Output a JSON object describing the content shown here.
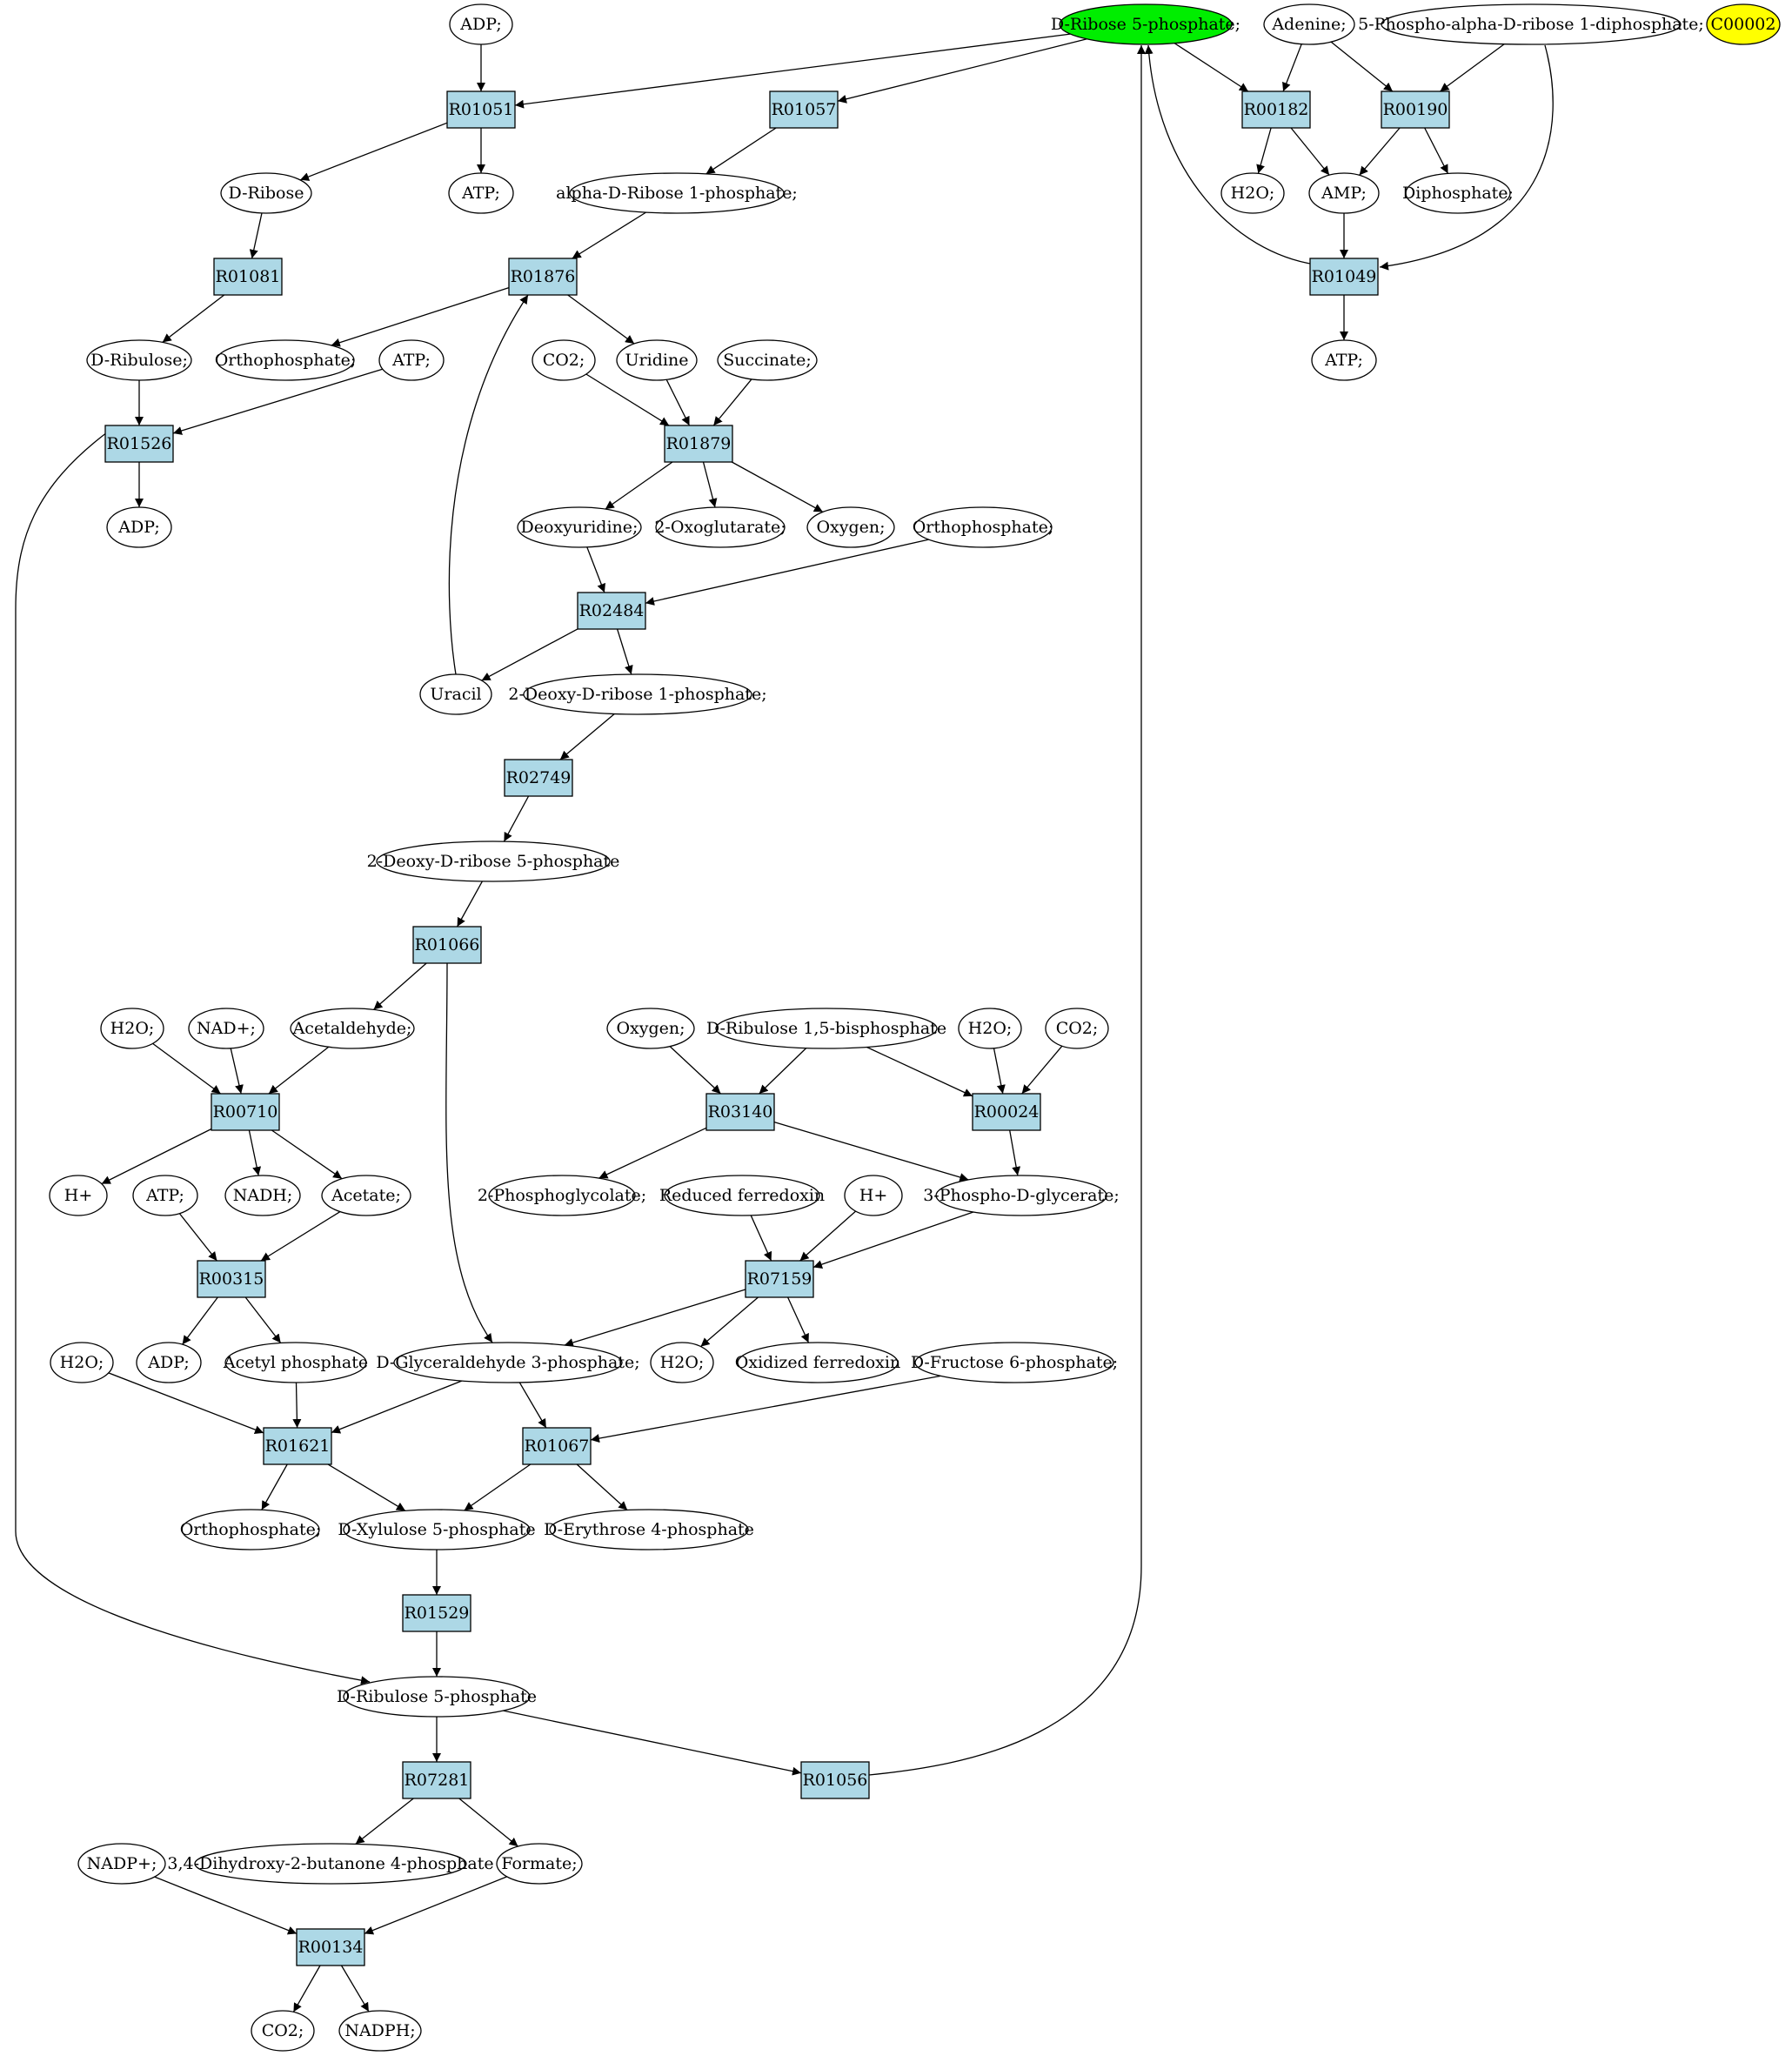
{
  "colors": {
    "reaction_fill": "#add8e6",
    "compound_fill": "#ffffff",
    "highlight_source": "#00ee00",
    "highlight_query": "#ffff00"
  },
  "nodes": [
    {
      "id": "c_adp_top",
      "kind": "compound",
      "label": "ADP;"
    },
    {
      "id": "c_r5p",
      "kind": "compound",
      "label": "D-Ribose 5-phosphate;",
      "fill": "#00ee00"
    },
    {
      "id": "c_adenine",
      "kind": "compound",
      "label": "Adenine;"
    },
    {
      "id": "c_prpp",
      "kind": "compound",
      "label": "5-Phospho-alpha-D-ribose 1-diphosphate;"
    },
    {
      "id": "c_c00002",
      "kind": "compound",
      "label": "C00002",
      "fill": "#ffff00"
    },
    {
      "id": "r_R01051",
      "kind": "reaction",
      "label": "R01051"
    },
    {
      "id": "r_R01057",
      "kind": "reaction",
      "label": "R01057"
    },
    {
      "id": "r_R00182",
      "kind": "reaction",
      "label": "R00182"
    },
    {
      "id": "r_R00190",
      "kind": "reaction",
      "label": "R00190"
    },
    {
      "id": "c_dribose",
      "kind": "compound",
      "label": "D-Ribose"
    },
    {
      "id": "c_atp_1",
      "kind": "compound",
      "label": "ATP;"
    },
    {
      "id": "c_adr1p",
      "kind": "compound",
      "label": "alpha-D-Ribose 1-phosphate;"
    },
    {
      "id": "c_h2o_a",
      "kind": "compound",
      "label": "H2O;"
    },
    {
      "id": "c_amp",
      "kind": "compound",
      "label": "AMP;"
    },
    {
      "id": "c_diphos",
      "kind": "compound",
      "label": "Diphosphate;"
    },
    {
      "id": "r_R01081",
      "kind": "reaction",
      "label": "R01081"
    },
    {
      "id": "r_R01876",
      "kind": "reaction",
      "label": "R01876"
    },
    {
      "id": "r_R01049",
      "kind": "reaction",
      "label": "R01049"
    },
    {
      "id": "c_dribulose",
      "kind": "compound",
      "label": "D-Ribulose;"
    },
    {
      "id": "c_ortho_1",
      "kind": "compound",
      "label": "Orthophosphate;"
    },
    {
      "id": "c_atp_2",
      "kind": "compound",
      "label": "ATP;"
    },
    {
      "id": "c_co2_1",
      "kind": "compound",
      "label": "CO2;"
    },
    {
      "id": "c_uridine",
      "kind": "compound",
      "label": "Uridine"
    },
    {
      "id": "c_succinate",
      "kind": "compound",
      "label": "Succinate;"
    },
    {
      "id": "c_atp_3",
      "kind": "compound",
      "label": "ATP;"
    },
    {
      "id": "r_R01526",
      "kind": "reaction",
      "label": "R01526"
    },
    {
      "id": "r_R01879",
      "kind": "reaction",
      "label": "R01879"
    },
    {
      "id": "c_adp_2",
      "kind": "compound",
      "label": "ADP;"
    },
    {
      "id": "c_deoxyuridine",
      "kind": "compound",
      "label": "Deoxyuridine;"
    },
    {
      "id": "c_2oxo",
      "kind": "compound",
      "label": "2-Oxoglutarate;"
    },
    {
      "id": "c_oxygen_1",
      "kind": "compound",
      "label": "Oxygen;"
    },
    {
      "id": "c_ortho_2",
      "kind": "compound",
      "label": "Orthophosphate;"
    },
    {
      "id": "r_R02484",
      "kind": "reaction",
      "label": "R02484"
    },
    {
      "id": "c_uracil",
      "kind": "compound",
      "label": "Uracil"
    },
    {
      "id": "c_2ddr1p",
      "kind": "compound",
      "label": "2-Deoxy-D-ribose 1-phosphate;"
    },
    {
      "id": "r_R02749",
      "kind": "reaction",
      "label": "R02749"
    },
    {
      "id": "c_2ddr5p",
      "kind": "compound",
      "label": "2-Deoxy-D-ribose 5-phosphate"
    },
    {
      "id": "r_R01066",
      "kind": "reaction",
      "label": "R01066"
    },
    {
      "id": "c_h2o_1",
      "kind": "compound",
      "label": "H2O;"
    },
    {
      "id": "c_nad",
      "kind": "compound",
      "label": "NAD+;"
    },
    {
      "id": "c_acetaldehyde",
      "kind": "compound",
      "label": "Acetaldehyde;"
    },
    {
      "id": "c_oxygen_2",
      "kind": "compound",
      "label": "Oxygen;"
    },
    {
      "id": "c_rubp",
      "kind": "compound",
      "label": "D-Ribulose 1,5-bisphosphate"
    },
    {
      "id": "c_h2o_2",
      "kind": "compound",
      "label": "H2O;"
    },
    {
      "id": "c_co2_2",
      "kind": "compound",
      "label": "CO2;"
    },
    {
      "id": "r_R00710",
      "kind": "reaction",
      "label": "R00710"
    },
    {
      "id": "r_R03140",
      "kind": "reaction",
      "label": "R03140"
    },
    {
      "id": "r_R00024",
      "kind": "reaction",
      "label": "R00024"
    },
    {
      "id": "c_hplus_1",
      "kind": "compound",
      "label": "H+"
    },
    {
      "id": "c_atp_4",
      "kind": "compound",
      "label": "ATP;"
    },
    {
      "id": "c_nadh",
      "kind": "compound",
      "label": "NADH;"
    },
    {
      "id": "c_acetate",
      "kind": "compound",
      "label": "Acetate;"
    },
    {
      "id": "c_2pglycolate",
      "kind": "compound",
      "label": "2-Phosphoglycolate;"
    },
    {
      "id": "c_redfd",
      "kind": "compound",
      "label": "Reduced ferredoxin"
    },
    {
      "id": "c_hplus_2",
      "kind": "compound",
      "label": "H+"
    },
    {
      "id": "c_3pg",
      "kind": "compound",
      "label": "3-Phospho-D-glycerate;"
    },
    {
      "id": "r_R00315",
      "kind": "reaction",
      "label": "R00315"
    },
    {
      "id": "r_R07159",
      "kind": "reaction",
      "label": "R07159"
    },
    {
      "id": "c_h2o_3",
      "kind": "compound",
      "label": "H2O;"
    },
    {
      "id": "c_adp_3",
      "kind": "compound",
      "label": "ADP;"
    },
    {
      "id": "c_acetylp",
      "kind": "compound",
      "label": "Acetyl phosphate"
    },
    {
      "id": "c_g3p",
      "kind": "compound",
      "label": "D-Glyceraldehyde 3-phosphate;"
    },
    {
      "id": "c_h2o_4",
      "kind": "compound",
      "label": "H2O;"
    },
    {
      "id": "c_oxfd",
      "kind": "compound",
      "label": "Oxidized ferredoxin"
    },
    {
      "id": "c_f6p",
      "kind": "compound",
      "label": "D-Fructose 6-phosphate;"
    },
    {
      "id": "r_R01621",
      "kind": "reaction",
      "label": "R01621"
    },
    {
      "id": "r_R01067",
      "kind": "reaction",
      "label": "R01067"
    },
    {
      "id": "c_ortho_3",
      "kind": "compound",
      "label": "Orthophosphate;"
    },
    {
      "id": "c_xu5p",
      "kind": "compound",
      "label": "D-Xylulose 5-phosphate"
    },
    {
      "id": "c_e4p",
      "kind": "compound",
      "label": "D-Erythrose 4-phosphate"
    },
    {
      "id": "r_R01529",
      "kind": "reaction",
      "label": "R01529"
    },
    {
      "id": "c_ru5p",
      "kind": "compound",
      "label": "D-Ribulose 5-phosphate"
    },
    {
      "id": "r_R07281",
      "kind": "reaction",
      "label": "R07281"
    },
    {
      "id": "r_R01056",
      "kind": "reaction",
      "label": "R01056"
    },
    {
      "id": "c_nadp",
      "kind": "compound",
      "label": "NADP+;"
    },
    {
      "id": "c_dhbp",
      "kind": "compound",
      "label": "3,4-Dihydroxy-2-butanone 4-phosphate"
    },
    {
      "id": "c_formate",
      "kind": "compound",
      "label": "Formate;"
    },
    {
      "id": "r_R00134",
      "kind": "reaction",
      "label": "R00134"
    },
    {
      "id": "c_co2_3",
      "kind": "compound",
      "label": "CO2;"
    },
    {
      "id": "c_nadph",
      "kind": "compound",
      "label": "NADPH;"
    }
  ],
  "edges": [
    [
      "c_adp_top",
      "r_R01051"
    ],
    [
      "c_r5p",
      "r_R01051"
    ],
    [
      "r_R01051",
      "c_dribose"
    ],
    [
      "r_R01051",
      "c_atp_1"
    ],
    [
      "c_r5p",
      "r_R01057"
    ],
    [
      "r_R01057",
      "c_adr1p"
    ],
    [
      "c_r5p",
      "r_R00182"
    ],
    [
      "c_adenine",
      "r_R00182"
    ],
    [
      "r_R00182",
      "c_h2o_a"
    ],
    [
      "r_R00182",
      "c_amp"
    ],
    [
      "c_adenine",
      "r_R00190"
    ],
    [
      "c_prpp",
      "r_R00190"
    ],
    [
      "r_R00190",
      "c_amp"
    ],
    [
      "r_R00190",
      "c_diphos"
    ],
    [
      "c_prpp",
      "r_R01049"
    ],
    [
      "c_amp",
      "r_R01049"
    ],
    [
      "r_R01049",
      "c_atp_3"
    ],
    [
      "r_R01049",
      "c_r5p"
    ],
    [
      "c_dribose",
      "r_R01081"
    ],
    [
      "r_R01081",
      "c_dribulose"
    ],
    [
      "c_adr1p",
      "r_R01876"
    ],
    [
      "c_uracil",
      "r_R01876"
    ],
    [
      "r_R01876",
      "c_ortho_1"
    ],
    [
      "r_R01876",
      "c_uridine"
    ],
    [
      "c_dribulose",
      "r_R01526"
    ],
    [
      "c_atp_2",
      "r_R01526"
    ],
    [
      "r_R01526",
      "c_adp_2"
    ],
    [
      "r_R01526",
      "c_ru5p"
    ],
    [
      "c_co2_1",
      "r_R01879"
    ],
    [
      "c_uridine",
      "r_R01879"
    ],
    [
      "c_succinate",
      "r_R01879"
    ],
    [
      "r_R01879",
      "c_deoxyuridine"
    ],
    [
      "r_R01879",
      "c_2oxo"
    ],
    [
      "r_R01879",
      "c_oxygen_1"
    ],
    [
      "c_deoxyuridine",
      "r_R02484"
    ],
    [
      "c_ortho_2",
      "r_R02484"
    ],
    [
      "r_R02484",
      "c_uracil"
    ],
    [
      "r_R02484",
      "c_2ddr1p"
    ],
    [
      "c_2ddr1p",
      "r_R02749"
    ],
    [
      "r_R02749",
      "c_2ddr5p"
    ],
    [
      "c_2ddr5p",
      "r_R01066"
    ],
    [
      "r_R01066",
      "c_acetaldehyde"
    ],
    [
      "r_R01066",
      "c_g3p"
    ],
    [
      "c_h2o_1",
      "r_R00710"
    ],
    [
      "c_nad",
      "r_R00710"
    ],
    [
      "c_acetaldehyde",
      "r_R00710"
    ],
    [
      "r_R00710",
      "c_hplus_1"
    ],
    [
      "r_R00710",
      "c_nadh"
    ],
    [
      "r_R00710",
      "c_acetate"
    ],
    [
      "c_oxygen_2",
      "r_R03140"
    ],
    [
      "c_rubp",
      "r_R03140"
    ],
    [
      "r_R03140",
      "c_2pglycolate"
    ],
    [
      "r_R03140",
      "c_3pg"
    ],
    [
      "c_rubp",
      "r_R00024"
    ],
    [
      "c_h2o_2",
      "r_R00024"
    ],
    [
      "c_co2_2",
      "r_R00024"
    ],
    [
      "r_R00024",
      "c_3pg"
    ],
    [
      "c_atp_4",
      "r_R00315"
    ],
    [
      "c_acetate",
      "r_R00315"
    ],
    [
      "r_R00315",
      "c_adp_3"
    ],
    [
      "r_R00315",
      "c_acetylp"
    ],
    [
      "c_redfd",
      "r_R07159"
    ],
    [
      "c_hplus_2",
      "r_R07159"
    ],
    [
      "c_3pg",
      "r_R07159"
    ],
    [
      "r_R07159",
      "c_g3p"
    ],
    [
      "r_R07159",
      "c_h2o_4"
    ],
    [
      "r_R07159",
      "c_oxfd"
    ],
    [
      "c_h2o_3",
      "r_R01621"
    ],
    [
      "c_acetylp",
      "r_R01621"
    ],
    [
      "c_g3p",
      "r_R01621"
    ],
    [
      "r_R01621",
      "c_ortho_3"
    ],
    [
      "r_R01621",
      "c_xu5p"
    ],
    [
      "c_g3p",
      "r_R01067"
    ],
    [
      "c_f6p",
      "r_R01067"
    ],
    [
      "r_R01067",
      "c_xu5p"
    ],
    [
      "r_R01067",
      "c_e4p"
    ],
    [
      "c_xu5p",
      "r_R01529"
    ],
    [
      "r_R01529",
      "c_ru5p"
    ],
    [
      "c_ru5p",
      "r_R07281"
    ],
    [
      "r_R07281",
      "c_dhbp"
    ],
    [
      "r_R07281",
      "c_formate"
    ],
    [
      "c_ru5p",
      "r_R01056"
    ],
    [
      "r_R01056",
      "c_r5p"
    ],
    [
      "c_nadp",
      "r_R00134"
    ],
    [
      "c_formate",
      "r_R00134"
    ],
    [
      "r_R00134",
      "c_co2_3"
    ],
    [
      "r_R00134",
      "c_nadph"
    ]
  ]
}
